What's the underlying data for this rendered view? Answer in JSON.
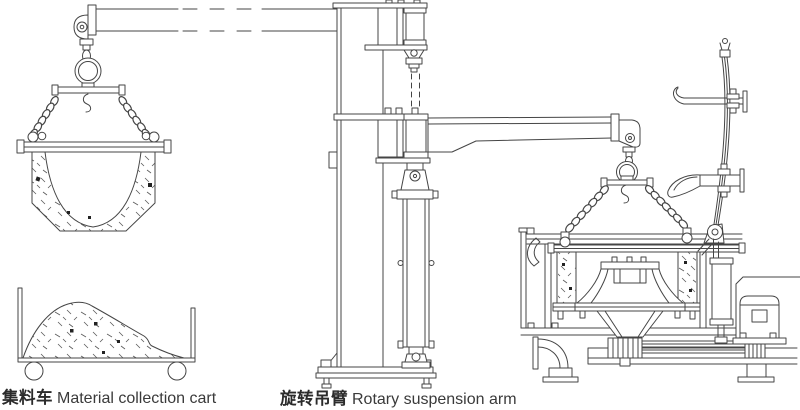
{
  "labels": {
    "cart_cn": "集料车",
    "cart_en": "Material collection cart",
    "arm_cn": "旋转吊臂",
    "arm_en": "Rotary suspension arm"
  },
  "colors": {
    "line": "#454545",
    "background": "#ffffff",
    "text": "#2b2b2b"
  }
}
